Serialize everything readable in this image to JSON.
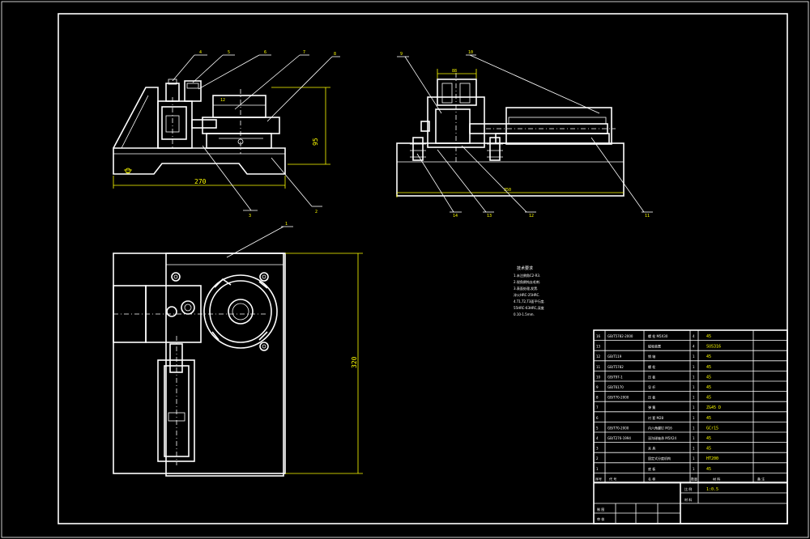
{
  "balloons": [
    "4",
    "5",
    "6",
    "7",
    "8",
    "9",
    "10",
    "1",
    "3",
    "2",
    "14",
    "13",
    "12",
    "11"
  ],
  "dims": {
    "front_width": "270",
    "front_height": "95",
    "side_width": "350",
    "side_top": "88",
    "plan_height": "320",
    "small_dim": "12"
  },
  "notes": {
    "title": "技术要求",
    "lines": [
      "1.未注倒角C2-R3.",
      "2.锐角倒钝去毛刺.",
      "3.表面处理,发黑.",
      "淬火HRC-25HRC.",
      "4.T1,T2,T3面平行度.",
      "55HRC-63HRC,深度",
      "0.10-1.5mm."
    ]
  },
  "bom": {
    "rows": [
      {
        "no": "16",
        "code": "GB/T5782-2000",
        "name": "螺 栓 M5X30",
        "qty": "4",
        "mat": "45"
      },
      {
        "no": "13",
        "code": "",
        "name": "磁吸装置",
        "qty": "4",
        "mat": "SUS316"
      },
      {
        "no": "12",
        "code": "GB/T119",
        "name": "销 轴",
        "qty": "1",
        "mat": "45"
      },
      {
        "no": "11",
        "code": "GB/T5782",
        "name": "螺 栓",
        "qty": "1",
        "mat": "45"
      },
      {
        "no": "10",
        "code": "GB/T97-1",
        "name": "压 板",
        "qty": "1",
        "mat": "45"
      },
      {
        "no": "9",
        "code": "GB/T6170",
        "name": "导 杆",
        "qty": "1",
        "mat": "45"
      },
      {
        "no": "8",
        "code": "GB/T70-2000",
        "name": "压 板",
        "qty": "1",
        "mat": "45"
      },
      {
        "no": "7",
        "code": "",
        "name": "弹 簧",
        "qty": "1",
        "mat": "ZG45 D"
      },
      {
        "no": "6",
        "code": "",
        "name": "衬 套 M28",
        "qty": "1",
        "mat": "45"
      },
      {
        "no": "5",
        "code": "GB/T70-2000",
        "name": "内六角螺钉 M16",
        "qty": "1",
        "mat": "GCr15"
      },
      {
        "no": "4",
        "code": "GB/T276-1994",
        "name": "深沟球轴承 M5X24",
        "qty": "1",
        "mat": "45"
      },
      {
        "no": "3",
        "code": "",
        "name": "夹 具",
        "qty": "1",
        "mat": "45"
      },
      {
        "no": "2",
        "code": "",
        "name": "固定式分度机构",
        "qty": "1",
        "mat": "HT200"
      },
      {
        "no": "1",
        "code": "",
        "name": "底 板",
        "qty": "1",
        "mat": "45"
      }
    ],
    "header": [
      "序号",
      "代 号",
      "名 称",
      "数量",
      "材 料",
      "备 注"
    ],
    "scale_label": "比 例",
    "scale_value": "1:0.5",
    "material_label": "材 料",
    "drawn_label": "制 图",
    "checked_label": "审 核"
  }
}
